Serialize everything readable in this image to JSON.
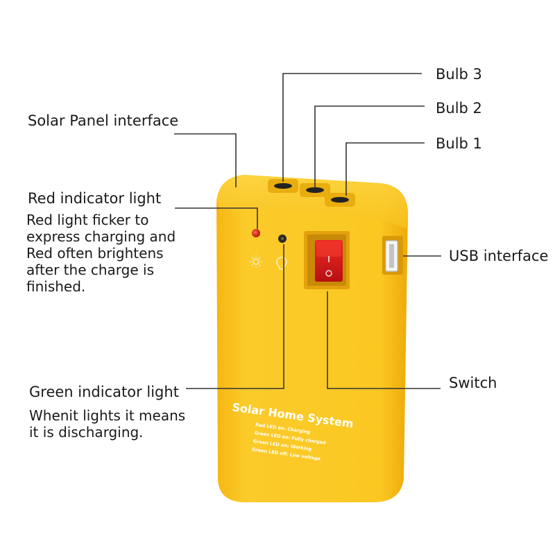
{
  "callouts": {
    "bulb3": "Bulb 3",
    "bulb2": "Bulb 2",
    "bulb1": "Bulb 1",
    "solar_panel": "Solar Panel interface",
    "red_light": "Red indicator light",
    "red_light_desc": [
      "Red light ficker to",
      "express charging and",
      "Red often brightens",
      "after the charge is",
      "finished."
    ],
    "usb": "USB interface",
    "switch": "Switch",
    "green_light": "Green indicator light",
    "green_light_desc": [
      "Whenit lights it means",
      "it is discharging."
    ]
  },
  "device": {
    "brand": "Solar Home System",
    "legend": [
      "Red LED on: Charging",
      "Green LED on: Fully charged",
      "Green LED on: Working",
      "Green LED off: Low voltage"
    ]
  },
  "colors": {
    "body": "#f8c21b",
    "body_dark": "#e6a80f",
    "switch": "#d9141b",
    "red_led": "#d21a14",
    "green_led": "#2a2a22",
    "leader": "#333333"
  }
}
